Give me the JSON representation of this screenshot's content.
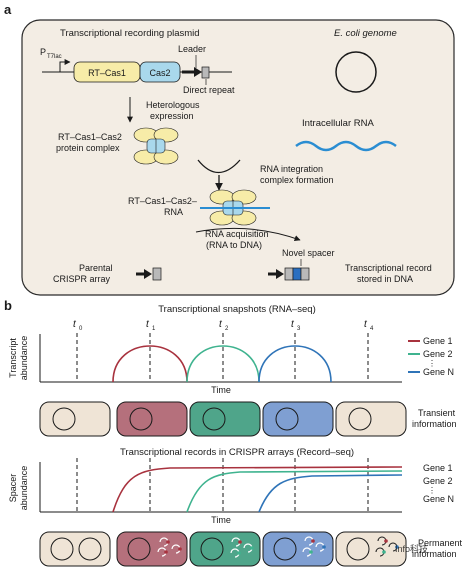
{
  "panel_a": {
    "label": "a",
    "plasmid_title": "Transcriptional recording plasmid",
    "promoter": "P",
    "promoter_sub": "T7lac",
    "gene_rt_cas1": "RT–Cas1",
    "gene_cas2": "Cas2",
    "leader": "Leader",
    "direct_repeat": "Direct repeat",
    "genome_title": "E. coli genome",
    "heterologous_line1": "Heterologous",
    "heterologous_line2": "expression",
    "complex_line1": "RT–Cas1–Cas2",
    "complex_line2": "protein complex",
    "intracellular_rna": "Intracellular RNA",
    "integration_line1": "RNA integration",
    "integration_line2": "complex formation",
    "rna_complex_line1": "RT–Cas1–Cas2–",
    "rna_complex_line2": "RNA",
    "acquisition_line1": "RNA acquisition",
    "acquisition_line2": "(RNA to DNA)",
    "novel_spacer": "Novel spacer",
    "parental_line1": "Parental",
    "parental_line2": "CRISPR array",
    "record_line1": "Transcriptional record",
    "record_line2": "stored in DNA"
  },
  "panel_b": {
    "label": "b",
    "snapshot_title": "Transcriptional snapshots (RNA–seq)",
    "timepoints": [
      "t",
      "t",
      "t",
      "t",
      "t"
    ],
    "timepoint_subs": [
      "0",
      "1",
      "2",
      "3",
      "4"
    ],
    "ylabel1_line1": "Transcript",
    "ylabel1_line2": "abundance",
    "xlabel": "Time",
    "legend": [
      {
        "name": "Gene 1",
        "color": "#a8323e"
      },
      {
        "name": "Gene 2",
        "color": "#3fb38f"
      },
      {
        "name": "Gene N",
        "color": "#2f74b8"
      }
    ],
    "legend_dots": "⋮",
    "transient_line1": "Transient",
    "transient_line2": "information",
    "records_title": "Transcriptional records in CRISPR arrays (Record–seq)",
    "ylabel2_line1": "Spacer",
    "ylabel2_line2": "abundance",
    "permanent_line1": "Permanent",
    "permanent_line2": "information",
    "watermark": "Info科技"
  },
  "colors": {
    "panel_bg": "#f3ede4",
    "cell_beige": "#efe4d6",
    "cell_red": "#b5707c",
    "cell_green": "#4fa58a",
    "cell_blue": "#7f9fd2",
    "rt_cas1": "#f7eca8",
    "cas2": "#a9d8ec",
    "rna_wave": "#2a8dd2"
  }
}
